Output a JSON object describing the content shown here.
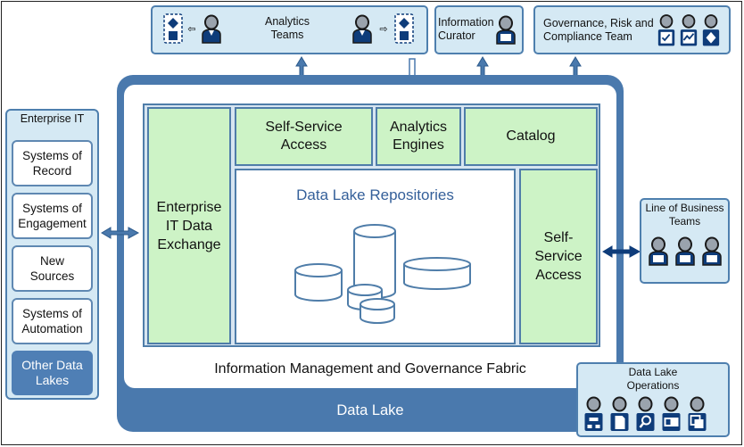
{
  "analytics_teams": {
    "label": "Analytics\nTeams"
  },
  "information_curator": {
    "label": "Information\nCurator"
  },
  "governance_team": {
    "label": "Governance, Risk and\nCompliance Team"
  },
  "enterprise_it": {
    "title": "Enterprise IT",
    "systems": [
      "Systems of\nRecord",
      "Systems of\nEngagement",
      "New\nSources",
      "Systems of\nAutomation"
    ],
    "other_lakes": "Other Data\nLakes"
  },
  "data_lake": {
    "label": "Data Lake",
    "fabric_label": "Information Management and Governance Fabric",
    "exchange": "Enterprise\nIT Data\nExchange",
    "self_service_access_top": "Self-Service\nAccess",
    "analytics_engines": "Analytics\nEngines",
    "catalog": "Catalog",
    "repositories": "Data Lake Repositories",
    "self_service_access_right": "Self-\nService\nAccess"
  },
  "line_of_business": {
    "label": "Line of Business\nTeams"
  },
  "data_lake_operations": {
    "label": "Data Lake\nOperations"
  },
  "colors": {
    "dark_blue": "#4a79ad",
    "light_blue": "#d5e9f4",
    "green": "#cdf3c6",
    "other_lakes": "#4f7fb5"
  }
}
